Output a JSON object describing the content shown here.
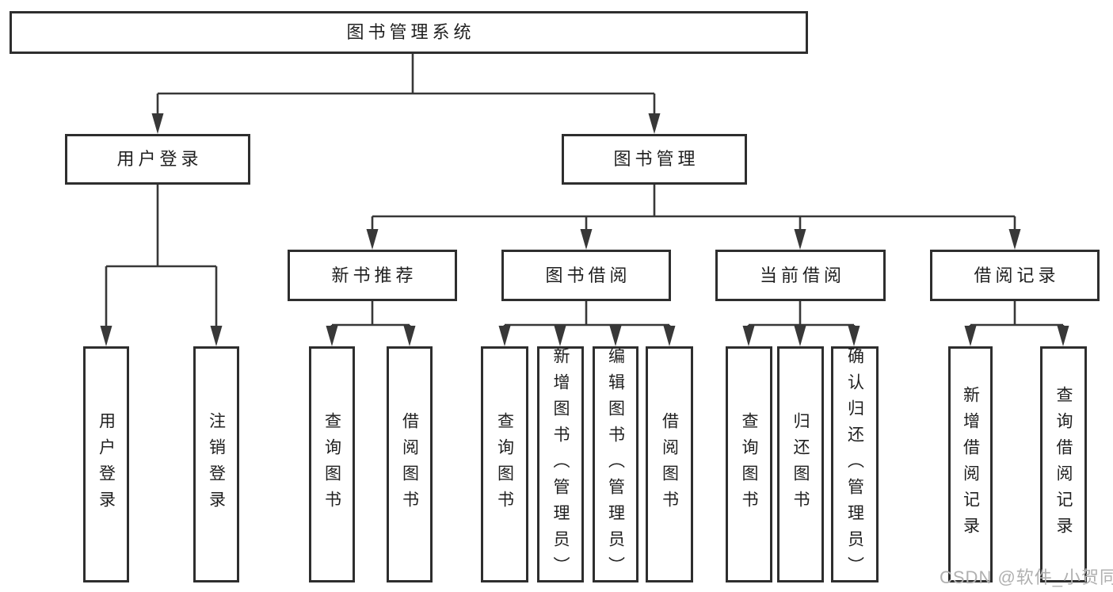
{
  "diagram": {
    "title_node": "图书管理系统",
    "tree": {
      "root": {
        "label": "图书管理系统",
        "children": [
          {
            "label": "用户登录",
            "children": [
              {
                "label": "用户登录"
              },
              {
                "label": "注销登录"
              }
            ]
          },
          {
            "label": "图书管理",
            "children": [
              {
                "label": "新书推荐",
                "children": [
                  {
                    "label": "查询图书"
                  },
                  {
                    "label": "借阅图书"
                  }
                ]
              },
              {
                "label": "图书借阅",
                "children": [
                  {
                    "label": "查询图书"
                  },
                  {
                    "label": "新增图书（管理员）"
                  },
                  {
                    "label": "编辑图书（管理员）"
                  },
                  {
                    "label": "借阅图书"
                  }
                ]
              },
              {
                "label": "当前借阅",
                "children": [
                  {
                    "label": "查询图书"
                  },
                  {
                    "label": "归还图书"
                  },
                  {
                    "label": "确认归还（管理员）"
                  }
                ]
              },
              {
                "label": "借阅记录",
                "children": [
                  {
                    "label": "新增借阅记录"
                  },
                  {
                    "label": "查询借阅记录"
                  }
                ]
              }
            ]
          }
        ]
      }
    },
    "colors": {
      "line": "#383838",
      "box_border": "#2e2e2e",
      "text": "#1f1f1f",
      "watermark": "#b0b0b0",
      "background": "#ffffff"
    }
  },
  "watermark": "CSDN @软件_小贺同学"
}
